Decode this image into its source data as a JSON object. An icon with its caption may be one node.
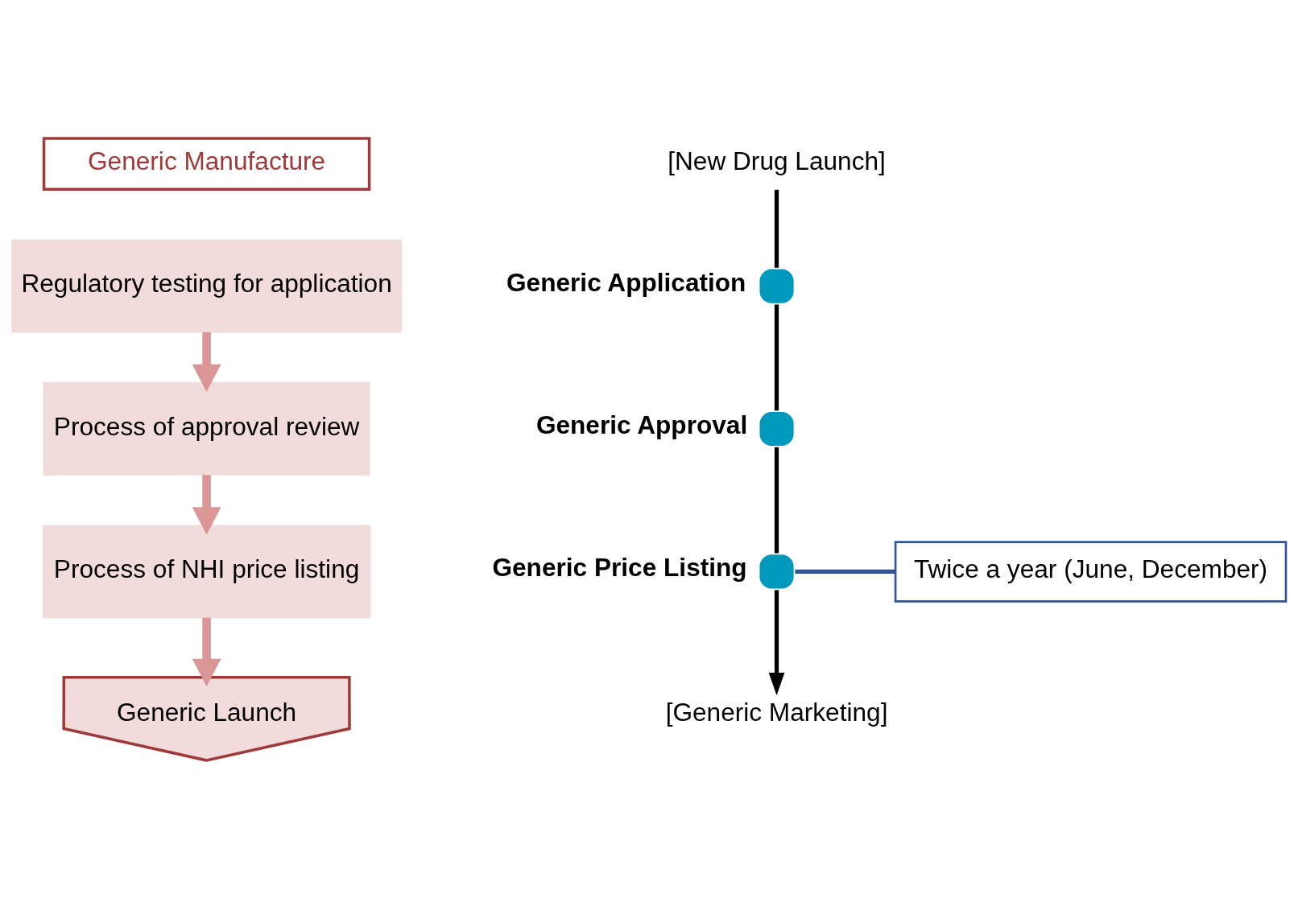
{
  "diagram": {
    "nodes": [
      {
        "text": [
          "Generic Manufacture"
        ]
      },
      {
        "text": [
          "Regulatory testing for application"
        ]
      },
      {
        "text": [
          "Process of approval review"
        ]
      },
      {
        "text": [
          "Process of NHI price listing"
        ]
      },
      {
        "text": [
          "Generic Launch"
        ]
      },
      {
        "text": [
          "[New Drug Launch]"
        ]
      },
      {
        "text": [],
        "shape": "circle",
        "beside": [
          "Generic Application"
        ]
      },
      {
        "text": [],
        "shape": "circle",
        "beside": [
          "Generic Approval"
        ]
      },
      {
        "text": [],
        "shape": "circle",
        "beside": [
          "Generic Price Listing"
        ]
      },
      {
        "text": [
          "[Generic Marketing]"
        ]
      },
      {
        "text": [
          "Twice a year (June, December)"
        ]
      }
    ],
    "edges": [
      {
        "from": 1,
        "to": 2,
        "arrow": "to",
        "style": "thick",
        "color": "#d99694"
      },
      {
        "from": 2,
        "to": 3,
        "arrow": "to",
        "style": "thick",
        "color": "#d99694"
      },
      {
        "from": 3,
        "to": 4,
        "arrow": "to",
        "style": "thick",
        "color": "#d99694"
      },
      {
        "from": 5,
        "to": 6,
        "arrow": "none"
      },
      {
        "from": 6,
        "to": 7,
        "arrow": "none"
      },
      {
        "from": 7,
        "to": 8,
        "arrow": "none"
      },
      {
        "from": 8,
        "to": 9,
        "arrow": "to"
      },
      {
        "from": 10,
        "to": 8,
        "arrow": "none",
        "color": "#2f5597"
      }
    ]
  }
}
